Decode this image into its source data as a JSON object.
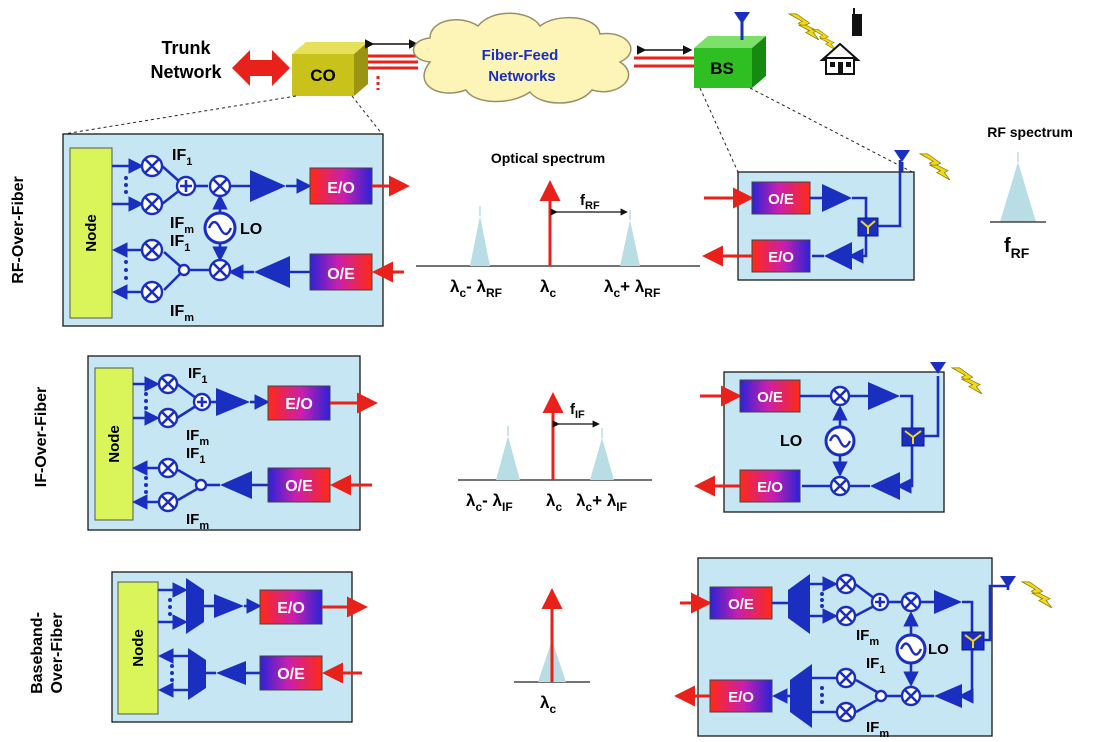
{
  "top": {
    "trunk_line1": "Trunk",
    "trunk_line2": "Network",
    "co": "CO",
    "cloud_line1": "Fiber-Feed",
    "cloud_line2": "Networks",
    "bs": "BS"
  },
  "rows": {
    "rf": "RF-Over-Fiber",
    "if": "IF-Over-Fiber",
    "bb_line1": "Baseband-",
    "bb_line2": "Over-Fiber"
  },
  "blocks": {
    "node": "Node",
    "eo": "E/O",
    "oe": "O/E",
    "lo": "LO",
    "if": "IF",
    "sub_1": "1",
    "sub_m": "m"
  },
  "spectra": {
    "optical_title": "Optical spectrum",
    "rf_title": "RF spectrum",
    "lambda": "λ",
    "sub_c": "c",
    "sub_rf": "RF",
    "sub_if": "IF",
    "minus": "- ",
    "plus": "+ ",
    "f": "f"
  },
  "colors": {
    "panel": "#c6e6f3",
    "node": "#d9f55a",
    "signal": "#1a2fbf",
    "fiber": "#e8221a",
    "cloud": "#fdf5b8",
    "co": "#c9c21a",
    "bs": "#2fbf22"
  }
}
